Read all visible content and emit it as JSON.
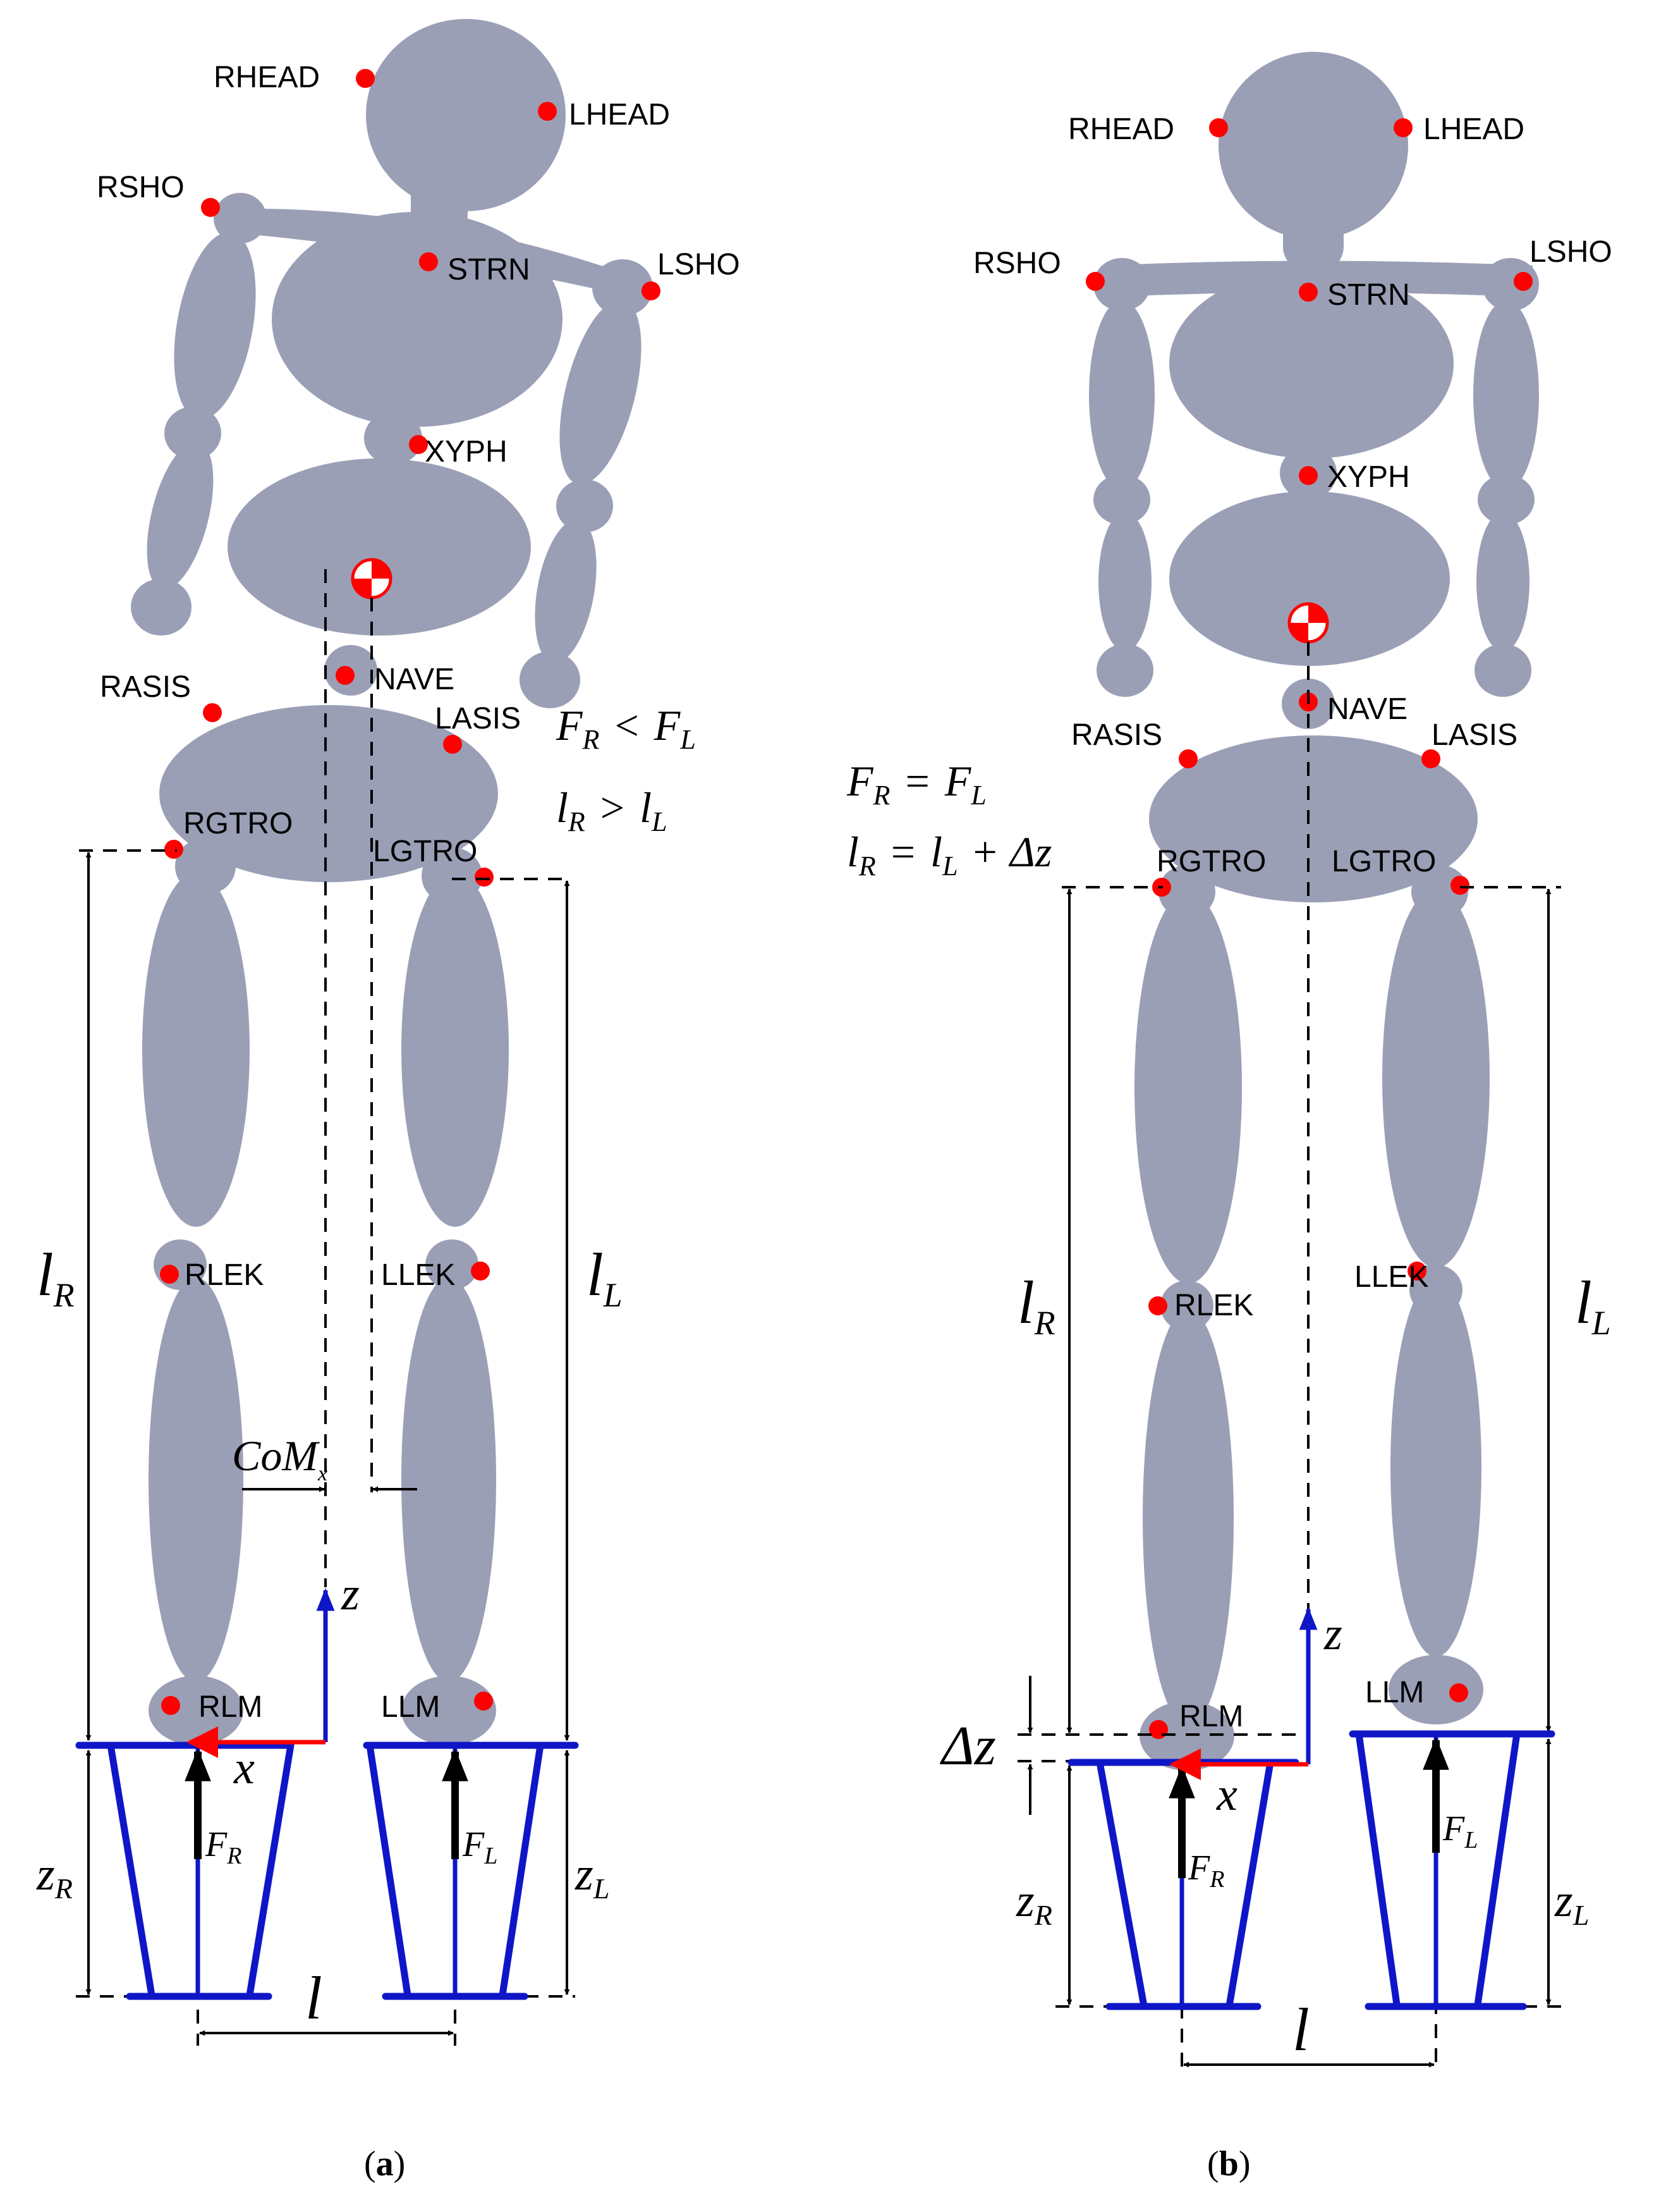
{
  "markers": {
    "rhead": "RHEAD",
    "lhead": "LHEAD",
    "rsho": "RSHO",
    "lsho": "LSHO",
    "strn": "STRN",
    "xyph": "XYPH",
    "nave": "NAVE",
    "rasis": "RASIS",
    "lasis": "LASIS",
    "rgtro": "RGTRO",
    "lgtro": "LGTRO",
    "rlek": "RLEK",
    "llek": "LLEK",
    "rlm": "RLM",
    "llm": "LLM"
  },
  "symbols": {
    "l": "l",
    "R": "R",
    "L": "L",
    "F": "F",
    "z": "z",
    "x": "x",
    "com": "CoM",
    "com_sub": "x",
    "delta_z": "Δz",
    "lt": "<",
    "gt": ">",
    "eq": "=",
    "plus": "+"
  },
  "captions": {
    "a_open": "(",
    "a_letter": "a",
    "a_close": ")",
    "b_open": "(",
    "b_letter": "b",
    "b_close": ")"
  },
  "colors": {
    "segment": "#9a9fb6",
    "marker": "#ff0000",
    "force_plate": "#0f16c8",
    "com_symbol": "#ff0000"
  }
}
